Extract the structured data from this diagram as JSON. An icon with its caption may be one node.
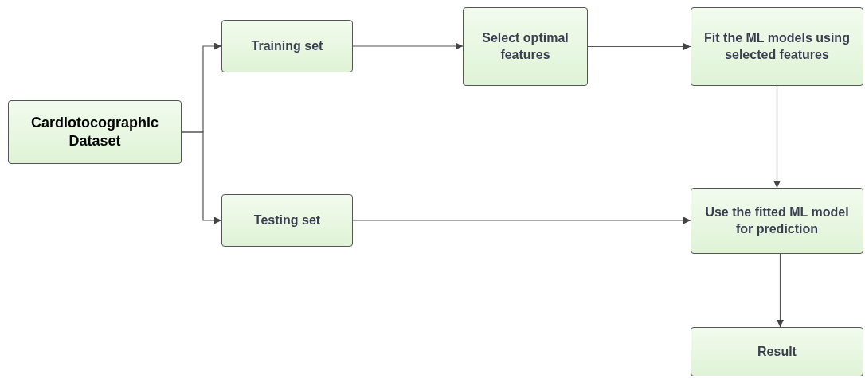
{
  "diagram": {
    "nodes": [
      {
        "text": [
          "Cardiotocographic Dataset"
        ]
      },
      {
        "text": [
          "Training set"
        ]
      },
      {
        "text": [
          "Select optimal features"
        ]
      },
      {
        "text": [
          "Fit the ML models using selected features"
        ]
      },
      {
        "text": [
          "Testing set"
        ]
      },
      {
        "text": [
          "Use the fitted ML model for prediction"
        ]
      },
      {
        "text": [
          "Result"
        ]
      }
    ],
    "edges": [
      {
        "from": 0,
        "to": 1,
        "arrow": "to"
      },
      {
        "from": 0,
        "to": 4,
        "arrow": "to"
      },
      {
        "from": 1,
        "to": 2,
        "arrow": "to"
      },
      {
        "from": 2,
        "to": 3,
        "arrow": "to"
      },
      {
        "from": 3,
        "to": 5,
        "arrow": "to"
      },
      {
        "from": 4,
        "to": 5,
        "arrow": "to"
      },
      {
        "from": 5,
        "to": 6,
        "arrow": "to"
      }
    ]
  }
}
